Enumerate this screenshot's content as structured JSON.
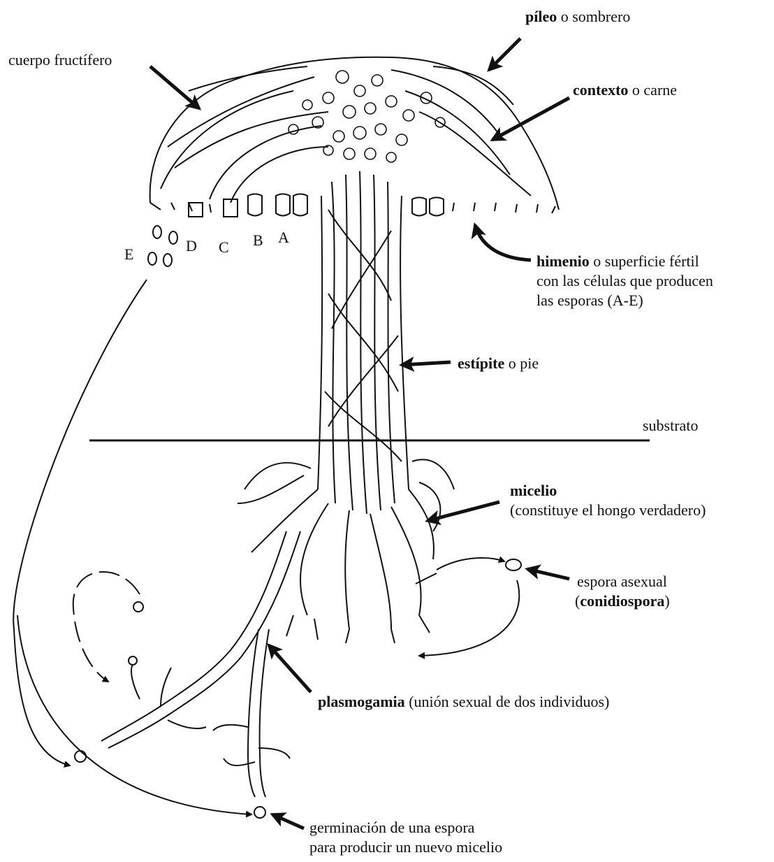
{
  "labels": {
    "cuerpo": "cuerpo fructífero",
    "pileo_bold": "píleo",
    "pileo_rest": " o sombrero",
    "contexto_bold": "contexto",
    "contexto_rest": " o carne",
    "himenio_bold": "himenio",
    "himenio_rest": " o superficie fértil",
    "himenio_line2": "con las células que producen",
    "himenio_line3": "las esporas (A-E)",
    "estipite_bold": "estípite",
    "estipite_rest": " o pie",
    "substrato": "substrato",
    "micelio_bold": "micelio",
    "micelio_line2": "(constituye el hongo verdadero)",
    "espora_line1": "espora asexual",
    "espora_open": "(",
    "espora_bold": "conidiospora",
    "espora_close": ")",
    "plasmogamia_bold": "plasmogamia",
    "plasmogamia_rest": " (unión sexual de dos individuos)",
    "germinacion_line1": "germinación de una espora",
    "germinacion_line2": "para producir un nuevo micelio"
  },
  "spore_letters": [
    "A",
    "B",
    "C",
    "D",
    "E"
  ],
  "colors": {
    "ink": "#111111",
    "paper": "#ffffff"
  }
}
